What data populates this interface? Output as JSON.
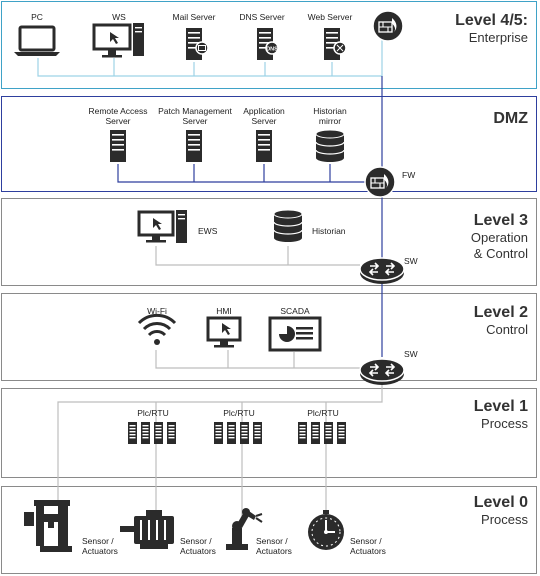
{
  "zones": {
    "enterprise": {
      "level": "Level 4/5:",
      "name": "Enterprise"
    },
    "dmz": {
      "level": "DMZ"
    },
    "operation": {
      "level": "Level 3",
      "name_line1": "Operation",
      "name_line2": "& Control"
    },
    "control": {
      "level": "Level 2",
      "name": "Control"
    },
    "process": {
      "level": "Level 1",
      "name": "Process"
    },
    "field": {
      "level": "Level 0",
      "name": "Process"
    }
  },
  "devices": {
    "pc": "PC",
    "ws": "WS",
    "mail_server": "Mail Server",
    "dns_server": "DNS Server",
    "web_server": "Web Server",
    "remote_access_line1": "Remote Access",
    "remote_access_line2": "Server",
    "patch_mgmt_line1": "Patch Management",
    "patch_mgmt_line2": "Server",
    "application_line1": "Application",
    "application_line2": "Server",
    "historian_mirror_line1": "Historian",
    "historian_mirror_line2": "mirror",
    "fw": "FW",
    "ews": "EWS",
    "historian": "Historian",
    "sw3": "SW",
    "wifi": "Wi-Fi",
    "hmi": "HMI",
    "scada": "SCADA",
    "sw2": "SW",
    "plc1": "Plc/RTU",
    "plc2": "Plc/RTU",
    "plc3": "Plc/RTU",
    "sensor_line1": "Sensor /",
    "sensor_line2": "Actuators"
  },
  "colors": {
    "enterprise_border": "#3fa2c7",
    "dmz_border": "#2e3f9e",
    "zone_border": "#8a8a8a",
    "line_enterprise": "#9ed3e6",
    "line_dmz": "#7480c4",
    "line_gray": "#bdbdbd",
    "icon_dark": "#2b2b2b"
  }
}
